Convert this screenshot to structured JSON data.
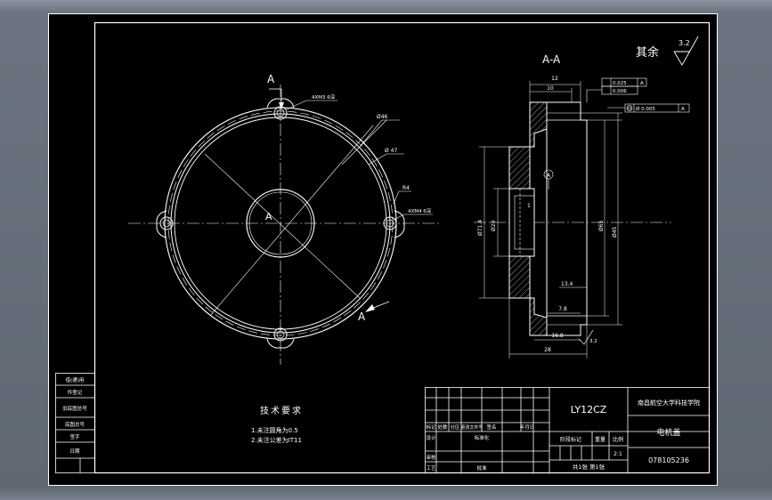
{
  "section_label": "A-A",
  "view_mark": "A",
  "surface": {
    "label": "其余",
    "roughness": "3.2"
  },
  "tech": {
    "title": "技术要求",
    "notes": [
      "1.未注圆角为0.5",
      "2.未注公差为IT11"
    ]
  },
  "dims_left": {
    "holes_top": "4XM3 6深",
    "d_outer": "Ø46",
    "d_pcd": "Ø 47",
    "r_label": "R4",
    "holes_right": "4XM4 6深"
  },
  "dims_section": {
    "w12": "12",
    "w10": "10",
    "w7_8": "7.8",
    "w16_8": "16.8",
    "w28": "28",
    "w13_4": "13.4",
    "d_left1": "Ø71.4",
    "d_left2": "Ø29",
    "d_right1": "Ø65",
    "d_right2": "Ø45",
    "d_step": "1",
    "balloon": "A",
    "tol_flat": "0.025",
    "tol_para": "0.006",
    "tol_conc": "Ø 0.005",
    "tol_ref": "A",
    "rough_small": "3.2"
  },
  "title_block": {
    "material": "LY12CZ",
    "school": "南昌航空大学科技学院",
    "part_name": "电机盖",
    "drawing_no": "078105236",
    "scale": "2:1",
    "sheet_info": "共1张 第1张",
    "h_mark": "标记",
    "h_count": "处数",
    "h_zone": "分区",
    "h_doc": "更改文件号",
    "h_sign": "签名",
    "h_date": "年月日",
    "h_design": "设计",
    "h_std": "标准化",
    "h_stage": "阶段标记",
    "h_weight": "重量",
    "h_ratio": "比例",
    "h_review": "审核",
    "h_process": "工艺",
    "h_approve": "批准"
  },
  "side_table": [
    "借(通)用",
    "件登记",
    "旧底图总号",
    "底图总号",
    "签字",
    "日期"
  ]
}
